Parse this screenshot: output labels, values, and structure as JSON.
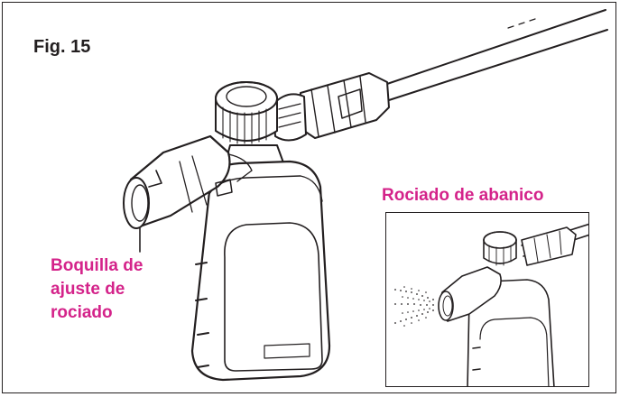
{
  "figure": {
    "label": "Fig. 15"
  },
  "callouts": {
    "nozzle_label_lines": [
      "Boquilla de",
      "ajuste de",
      "rociado"
    ],
    "inset_label": "Rociado de abanico"
  },
  "colors": {
    "accent": "#d4238a",
    "line": "#231f20"
  },
  "icons": {
    "foam_cannon": "foam-cannon-illustration",
    "spray": "fan-spray-pattern"
  }
}
